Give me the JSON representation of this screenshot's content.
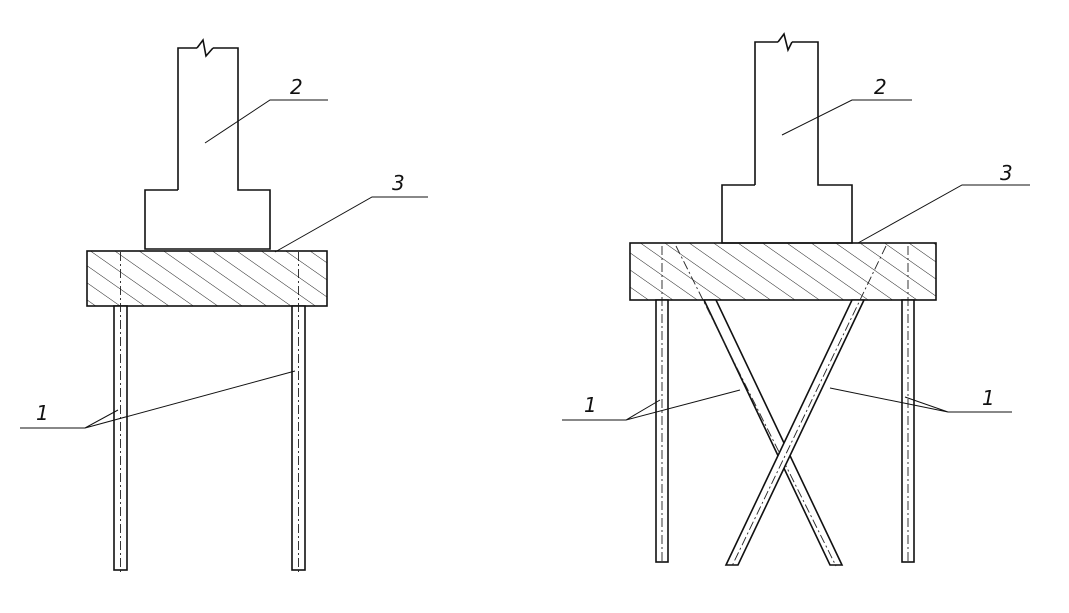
{
  "figure": {
    "left_diagram": {
      "column_label": "2",
      "cap_label": "3",
      "pile_label": "1"
    },
    "right_diagram": {
      "column_label": "2",
      "cap_label": "3",
      "pile_label_left": "1",
      "pile_label_right": "1"
    }
  }
}
